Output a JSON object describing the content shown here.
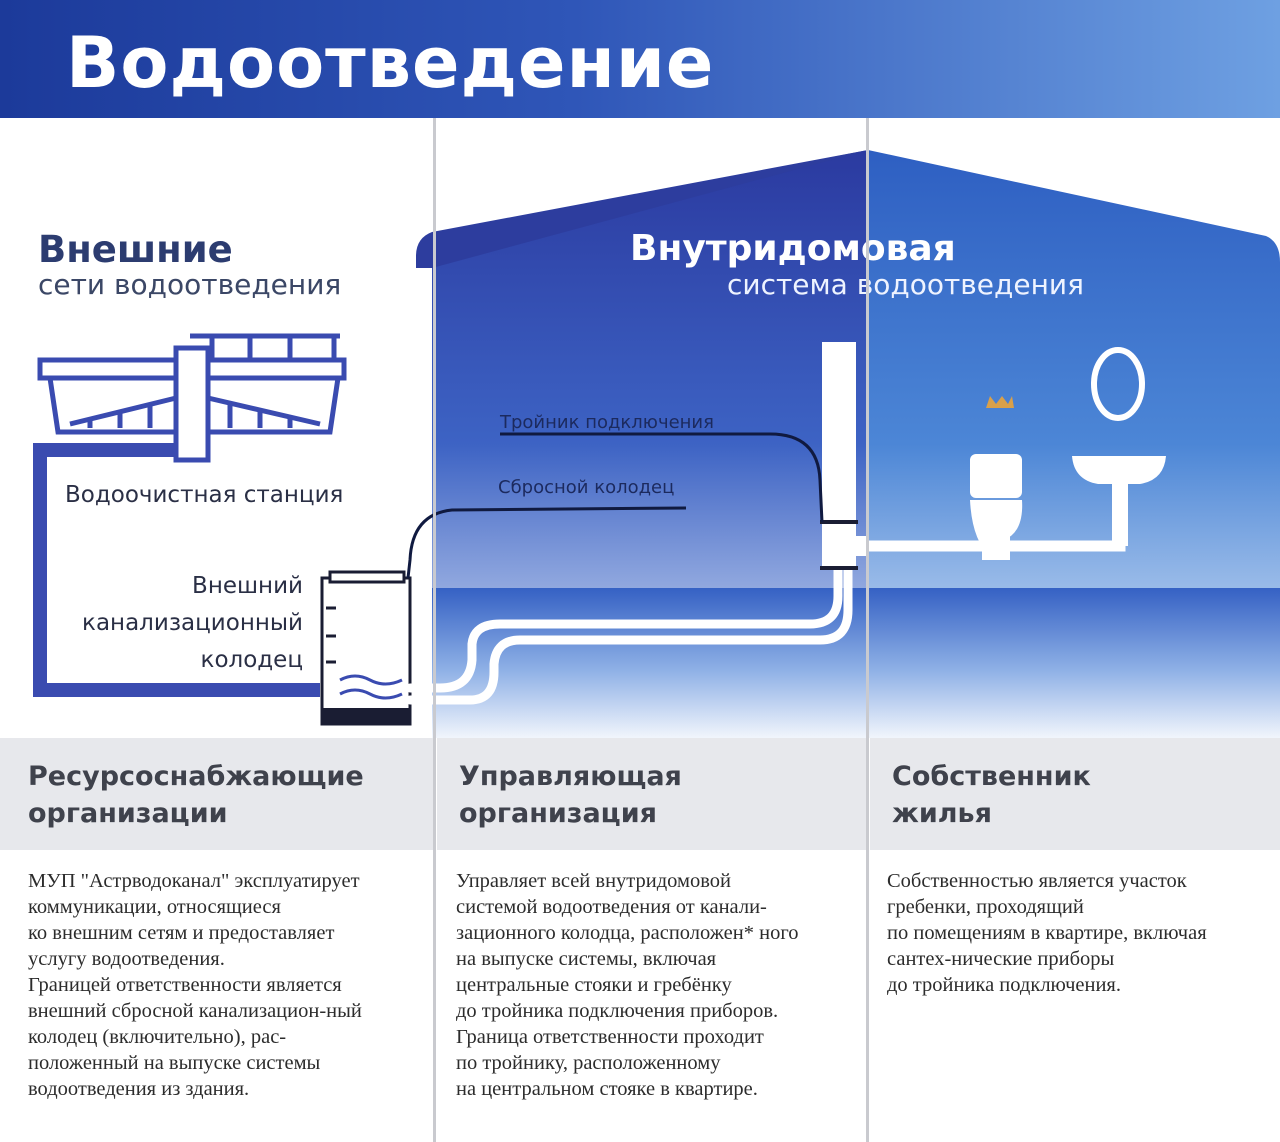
{
  "title": "Водоотведение",
  "diagram": {
    "external": {
      "title": "Внешние",
      "subtitle": "сети водоотведения"
    },
    "internal": {
      "title": "Внутридомовая",
      "subtitle": "система водоотведения"
    },
    "labels": {
      "station": "Водоочистная станция",
      "well": [
        "Внешний",
        "канализационный",
        "колодец"
      ],
      "tee": "Тройник подключения",
      "drop_well": "Сбросной колодец"
    },
    "colors": {
      "header": "#1c3a9a",
      "house": "#2a3fa0",
      "pipe": "#3a4bb0"
    }
  },
  "columns": [
    {
      "heading": [
        "Ресурсоснабжающие",
        "организации"
      ],
      "text": [
        "МУП \"Астрводоканал\" эксплуатирует",
        "коммуникации, относящиеся",
        "ко внешним сетям и предоставляет",
        "услугу водоотведения.",
        "Границей ответственности является",
        "внешний сбросной канализацион-ный",
        "колодец (включительно), рас-",
        "положенный на выпуске системы",
        "водоотведения из здания."
      ]
    },
    {
      "heading": [
        "Управляющая",
        "организация"
      ],
      "text": [
        "Управляет всей внутридомовой",
        "системой водоотведения от канали-",
        "зационного колодца, расположен* ного",
        "на выпуске системы, включая",
        "центральные стояки и гребёнку",
        "до тройника подключения приборов.",
        "Граница ответственности проходит",
        "по тройнику, расположенному",
        "на центральном стояке в квартире."
      ]
    },
    {
      "heading": [
        "Собственник",
        "жилья"
      ],
      "text": [
        "Собственностью является участок",
        "гребенки, проходящий",
        "по помещениям в квартире, включая",
        "сантех-нические приборы",
        "до тройника подключения."
      ]
    }
  ]
}
